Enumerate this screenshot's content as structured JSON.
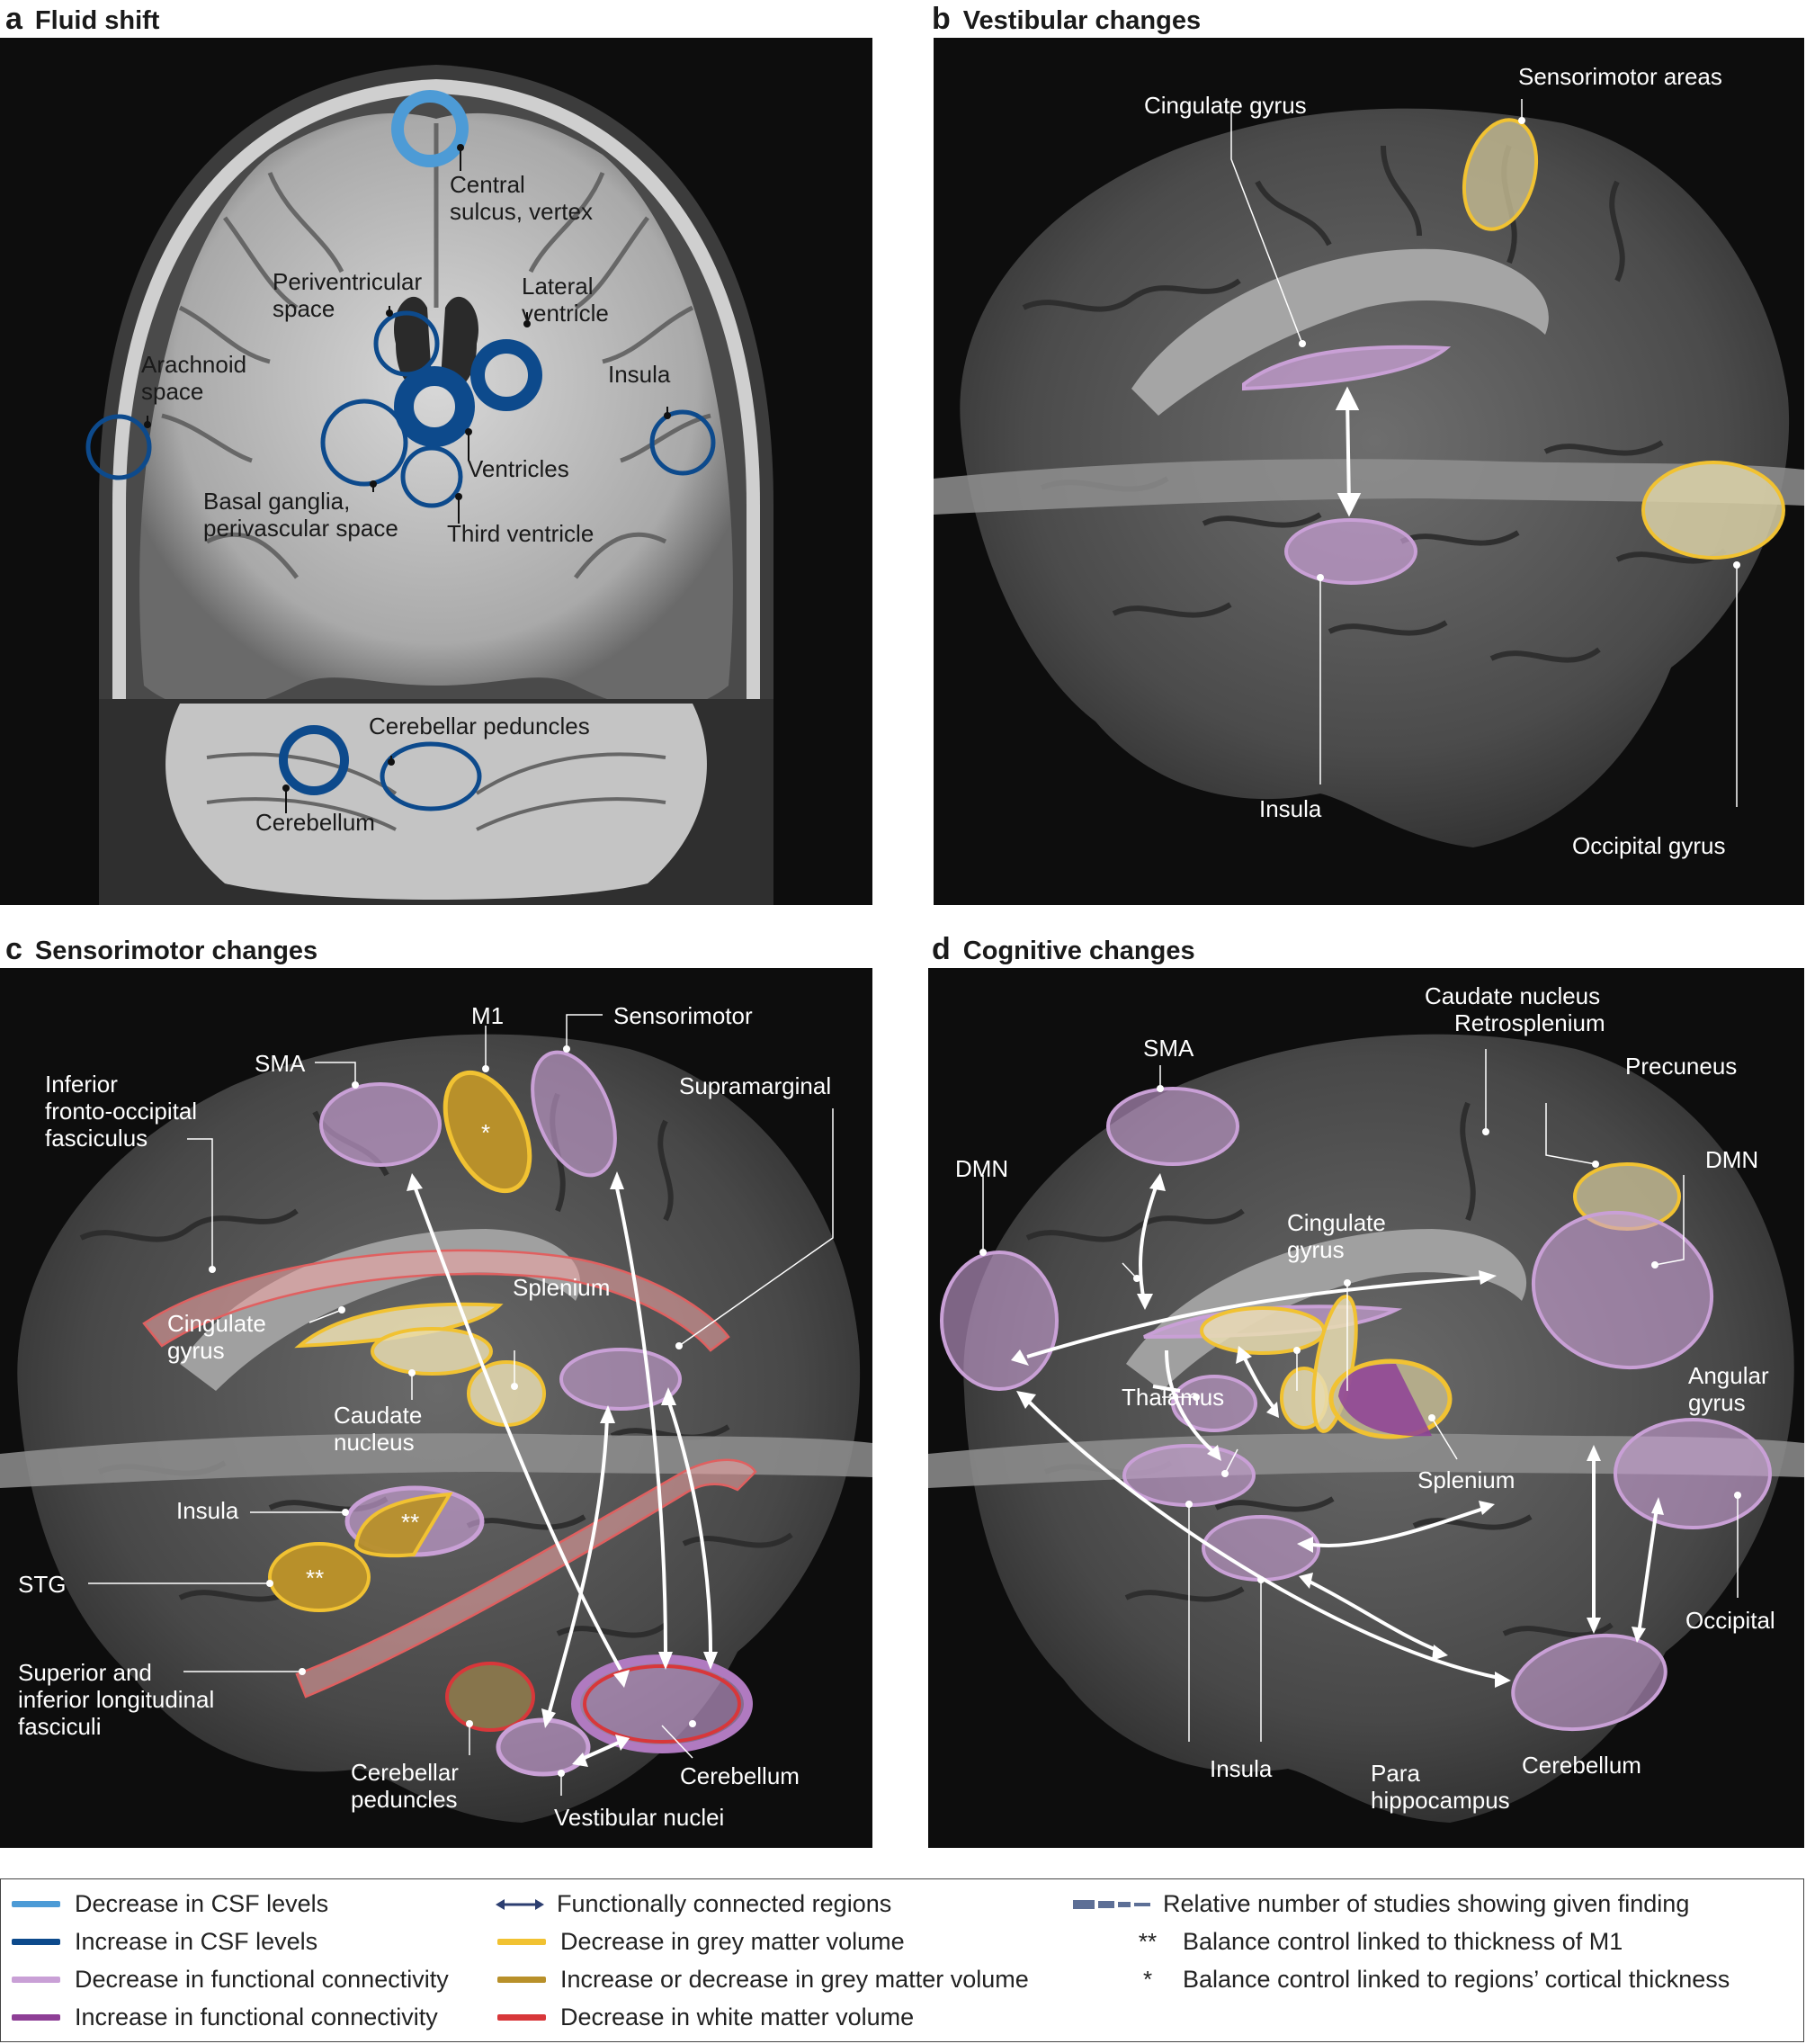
{
  "panels": {
    "a": {
      "letter": "a",
      "title": "Fluid shift"
    },
    "b": {
      "letter": "b",
      "title": "Vestibular changes"
    },
    "c": {
      "letter": "c",
      "title": "Sensorimotor changes"
    },
    "d": {
      "letter": "d",
      "title": "Cognitive changes"
    }
  },
  "panel_a_labels": {
    "central_1": "Central",
    "central_2": "sulcus, vertex",
    "periv_1": "Periventricular",
    "periv_2": "space",
    "lateral_1": "Lateral",
    "lateral_2": "ventricle",
    "arach_1": "Arachnoid",
    "arach_2": "space",
    "insula": "Insula",
    "ventricles": "Ventricles",
    "basal_1": "Basal ganglia,",
    "basal_2": "perivascular space",
    "third": "Third ventricle",
    "cerebellar_ped": "Cerebellar peduncles",
    "cerebellum": "Cerebellum"
  },
  "panel_b_labels": {
    "cingulate": "Cingulate gyrus",
    "sensorimotor": "Sensorimotor areas",
    "insula": "Insula",
    "occipital": "Occipital gyrus"
  },
  "panel_c_labels": {
    "m1": "M1",
    "sensorimotor": "Sensorimotor",
    "sma": "SMA",
    "ifof_1": "Inferior",
    "ifof_2": "fronto-occipital",
    "ifof_3": "fasciculus",
    "supramarginal": "Supramarginal",
    "splenium": "Splenium",
    "cing_1": "Cingulate",
    "cing_2": "gyrus",
    "caud_1": "Caudate",
    "caud_2": "nucleus",
    "insula": "Insula",
    "stg": "STG",
    "slf_1": "Superior and",
    "slf_2": "inferior longitudinal",
    "slf_3": "fasciculi",
    "cped_1": "Cerebellar",
    "cped_2": "peduncles",
    "cerebellum": "Cerebellum",
    "vestibular": "Vestibular nuclei",
    "star_m1": "*",
    "star_insula": "**",
    "star_stg": "**"
  },
  "panel_d_labels": {
    "caudate": "Caudate nucleus",
    "retrosplenium": "Retrosplenium",
    "sma": "SMA",
    "precuneus": "Precuneus",
    "dmn_left": "DMN",
    "dmn_right": "DMN",
    "cing_1": "Cingulate",
    "cing_2": "gyrus",
    "angular_1": "Angular",
    "angular_2": "gyrus",
    "thalamus": "Thalamus",
    "splenium": "Splenium",
    "occipital": "Occipital",
    "insula": "Insula",
    "para_1": "Para",
    "para_2": "hippocampus",
    "cerebellum": "Cerebellum"
  },
  "legend": {
    "col1": [
      {
        "label": "Decrease in CSF levels",
        "color": "#4d9bd6"
      },
      {
        "label": "Increase in CSF levels",
        "color": "#0d4a8c"
      },
      {
        "label": "Decrease in functional connectivity",
        "color": "#c9a0d6"
      },
      {
        "label": "Increase in functional connectivity",
        "color": "#8e3f96"
      }
    ],
    "col2": [
      {
        "label": "Functionally connected regions",
        "color": "#2c3e70"
      },
      {
        "label": "Decrease in grey matter volume",
        "color": "#f1c232"
      },
      {
        "label": "Increase or decrease in grey matter volume",
        "color": "#b8902a"
      },
      {
        "label": "Decrease in white matter volume",
        "color": "#d8373a"
      }
    ],
    "col3": [
      {
        "mark": "",
        "label": "Relative number of studies showing given finding"
      },
      {
        "mark": "**",
        "label": "Balance control linked to thickness of M1"
      },
      {
        "mark": "*",
        "label": "Balance control linked to regions’ cortical thickness"
      }
    ]
  }
}
